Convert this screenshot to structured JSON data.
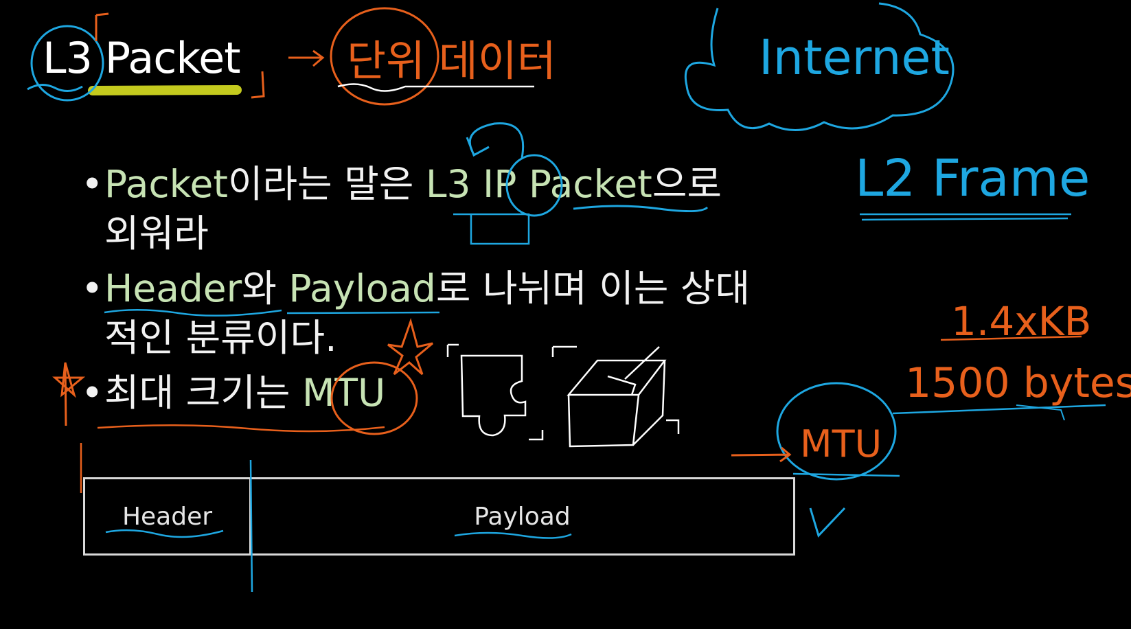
{
  "slide": {
    "title": "L3 Packet",
    "bullets": [
      {
        "line1_parts": [
          "Packet",
          "이라는 말은 ",
          "L3 IP Packet",
          "으로"
        ],
        "line2": "외워라"
      },
      {
        "line1_parts": [
          "Header",
          "와 ",
          "Payload",
          "로 나뉘며 이는 상대"
        ],
        "line2": "적인 분류이다."
      },
      {
        "line1_parts": [
          "최대 크기는 ",
          "MTU"
        ]
      }
    ],
    "packet_diagram": {
      "header_label": "Header",
      "payload_label": "Payload"
    }
  },
  "annotations": {
    "unit_data": "단위 데이터",
    "internet": "Internet",
    "l2_frame": "L2 Frame",
    "size_kb": "1.4xKB",
    "size_bytes": "1500 bytes",
    "mtu": "MTU"
  },
  "colors": {
    "background": "#000000",
    "text": "#f2f2f2",
    "highlight_text": "#c7e3b4",
    "pen_blue": "#1ea7e1",
    "pen_orange": "#e8601c",
    "pen_white": "#ffffff",
    "marker_yellow": "#d9e021"
  }
}
